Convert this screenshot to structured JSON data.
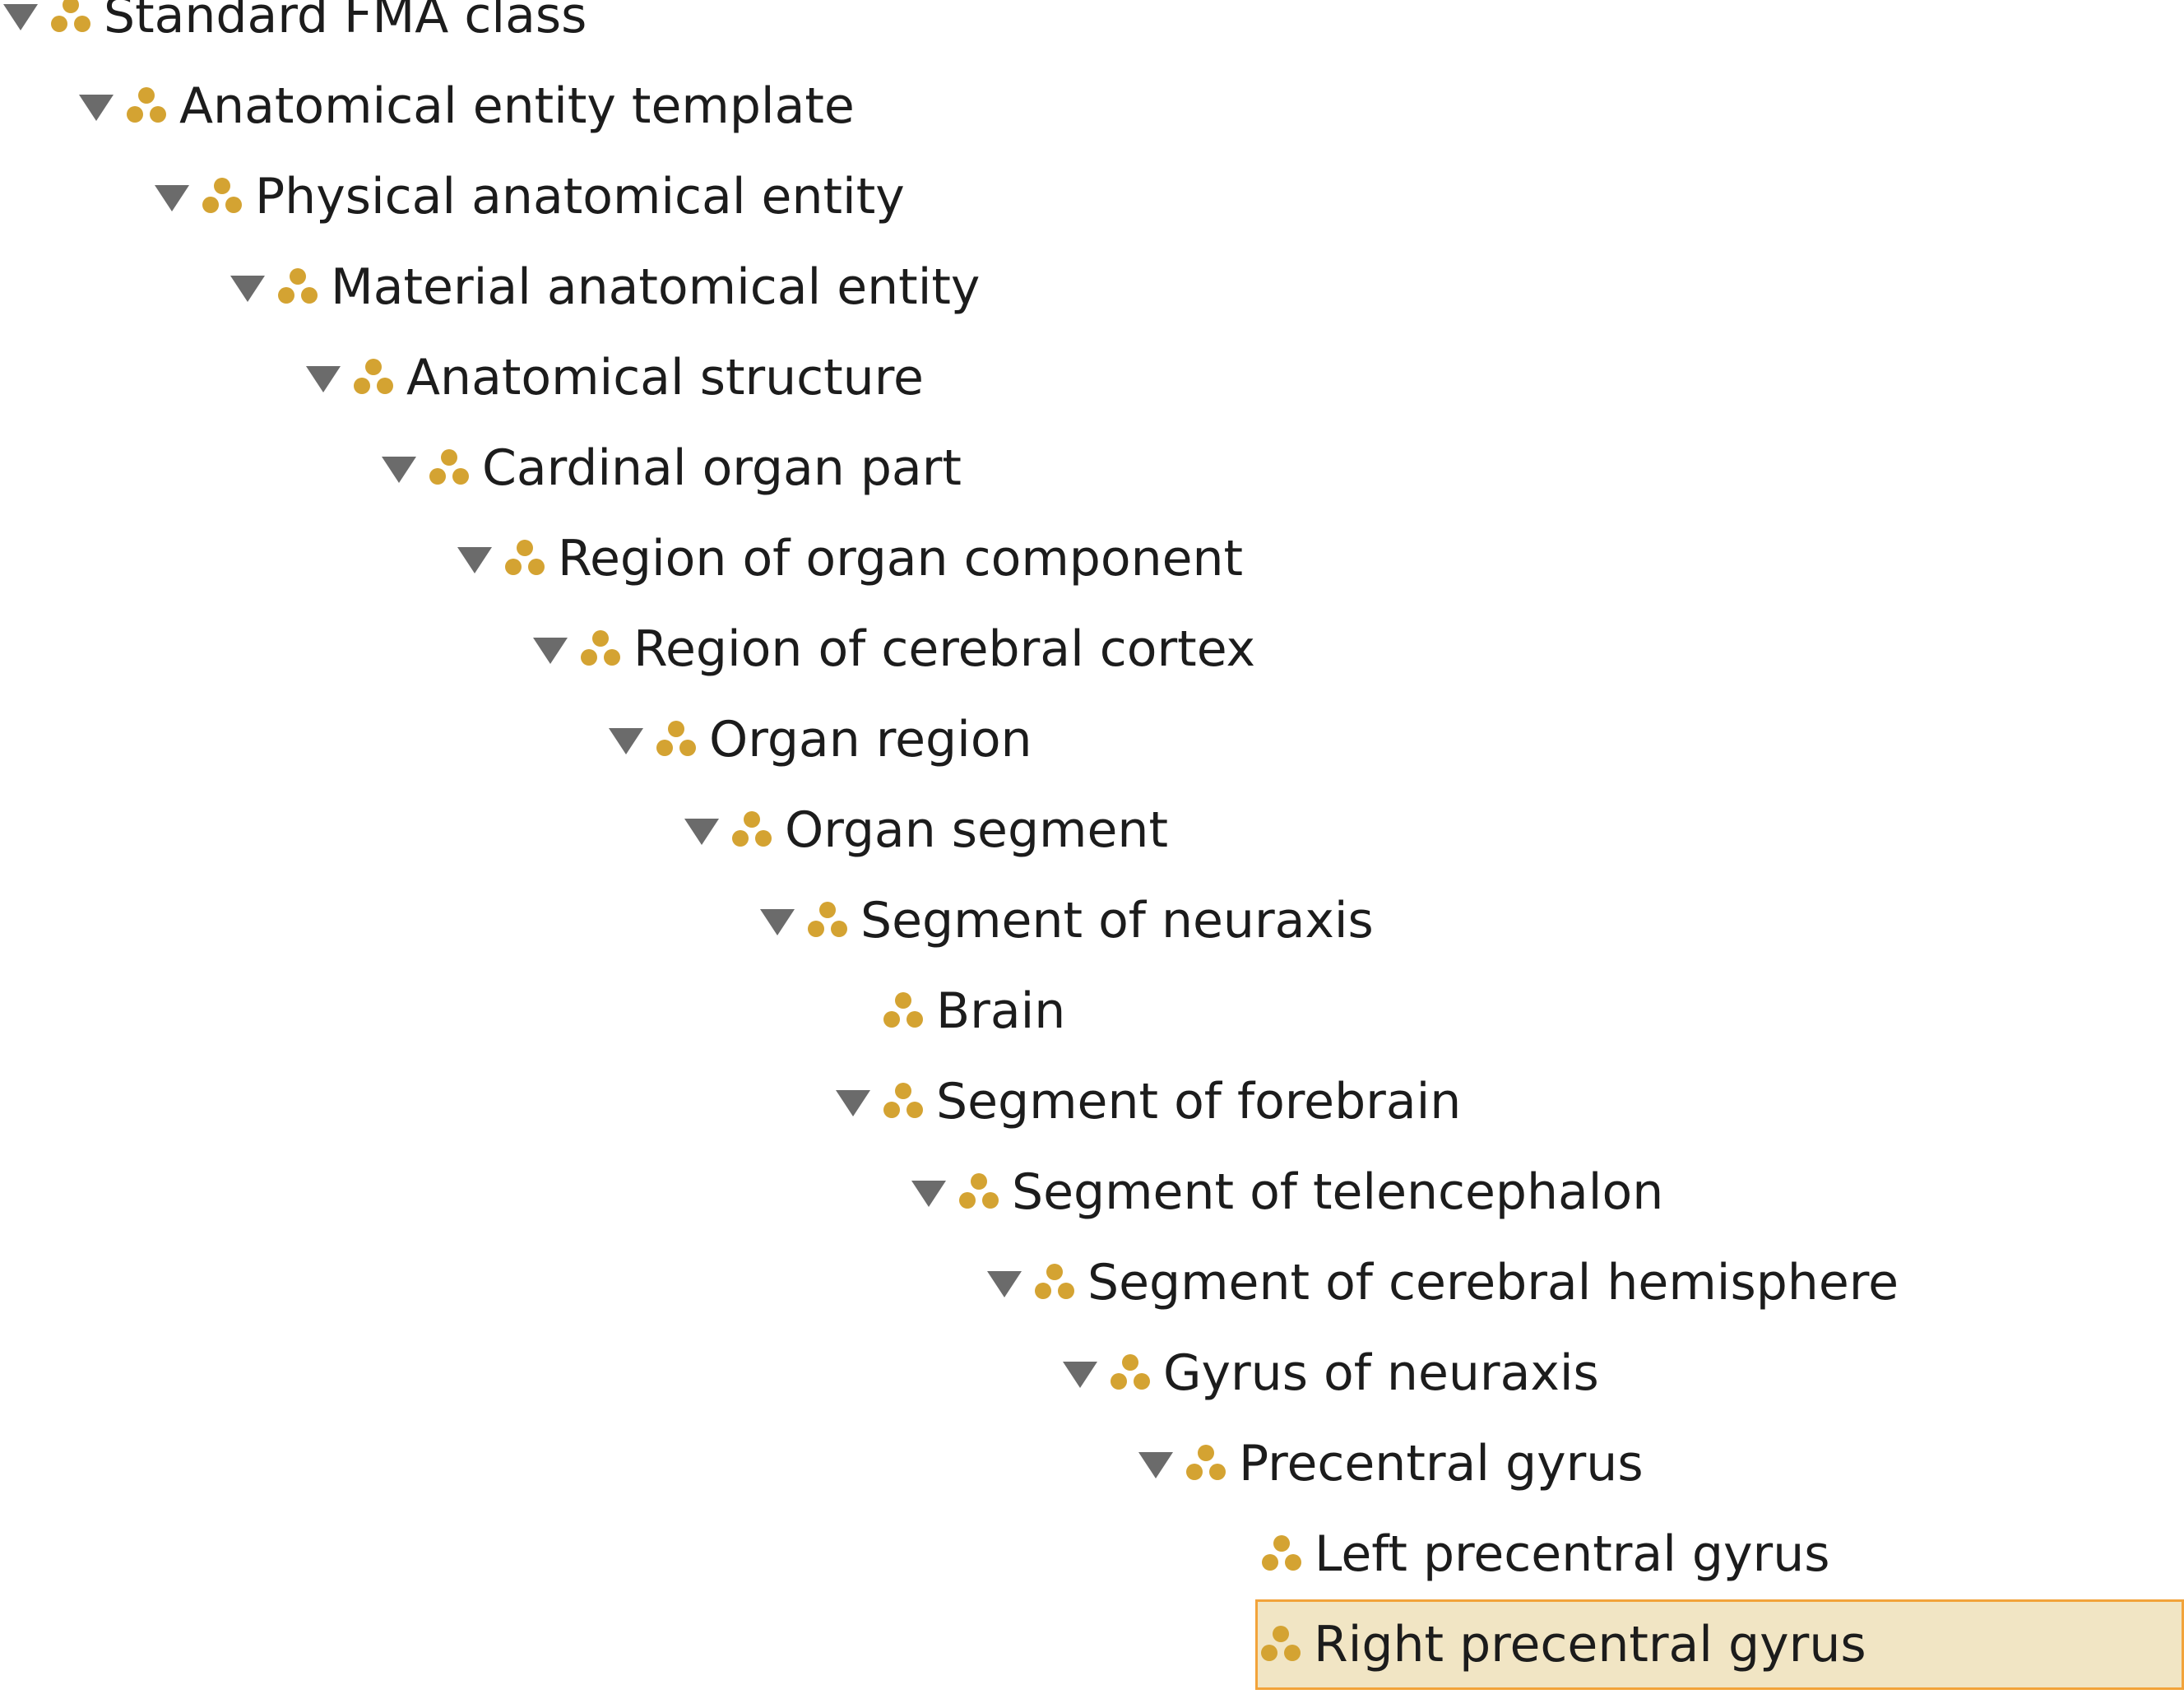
{
  "colors": {
    "background": "#ffffff",
    "text": "#1c1c1c",
    "toggle": "#6b6b6b",
    "class_icon": "#d4a332",
    "selection_fill": "#f1e5c4",
    "selection_border": "#f2a33a"
  },
  "tree": {
    "rows": [
      {
        "label": "Standard FMA class",
        "depth": 0,
        "expanded": true,
        "icon": "class-icon"
      },
      {
        "label": "Anatomical entity template",
        "depth": 1,
        "expanded": true,
        "icon": "class-icon"
      },
      {
        "label": "Physical anatomical entity",
        "depth": 2,
        "expanded": true,
        "icon": "class-icon"
      },
      {
        "label": "Material anatomical entity",
        "depth": 3,
        "expanded": true,
        "icon": "class-icon"
      },
      {
        "label": "Anatomical structure",
        "depth": 4,
        "expanded": true,
        "icon": "class-icon"
      },
      {
        "label": "Cardinal organ part",
        "depth": 5,
        "expanded": true,
        "icon": "class-icon"
      },
      {
        "label": "Region of organ component",
        "depth": 6,
        "expanded": true,
        "icon": "class-icon"
      },
      {
        "label": "Region of cerebral cortex",
        "depth": 7,
        "expanded": true,
        "icon": "class-icon"
      },
      {
        "label": "Organ region",
        "depth": 8,
        "expanded": true,
        "icon": "class-icon"
      },
      {
        "label": "Organ segment",
        "depth": 9,
        "expanded": true,
        "icon": "class-icon"
      },
      {
        "label": "Segment of neuraxis",
        "depth": 10,
        "expanded": true,
        "icon": "class-icon"
      },
      {
        "label": "Brain",
        "depth": 11,
        "expanded": false,
        "leaf": true,
        "icon": "class-icon"
      },
      {
        "label": "Segment of forebrain",
        "depth": 11,
        "expanded": true,
        "icon": "class-icon"
      },
      {
        "label": "Segment of telencephalon",
        "depth": 12,
        "expanded": true,
        "icon": "class-icon"
      },
      {
        "label": "Segment of cerebral hemisphere",
        "depth": 13,
        "expanded": true,
        "icon": "class-icon"
      },
      {
        "label": "Gyrus of neuraxis",
        "depth": 14,
        "expanded": true,
        "icon": "class-icon"
      },
      {
        "label": "Precentral gyrus",
        "depth": 15,
        "expanded": true,
        "icon": "class-icon"
      },
      {
        "label": "Left precentral gyrus",
        "depth": 16,
        "expanded": false,
        "leaf": true,
        "icon": "class-icon"
      },
      {
        "label": "Right precentral gyrus",
        "depth": 16,
        "expanded": false,
        "leaf": true,
        "selected": true,
        "icon": "class-icon"
      }
    ]
  }
}
